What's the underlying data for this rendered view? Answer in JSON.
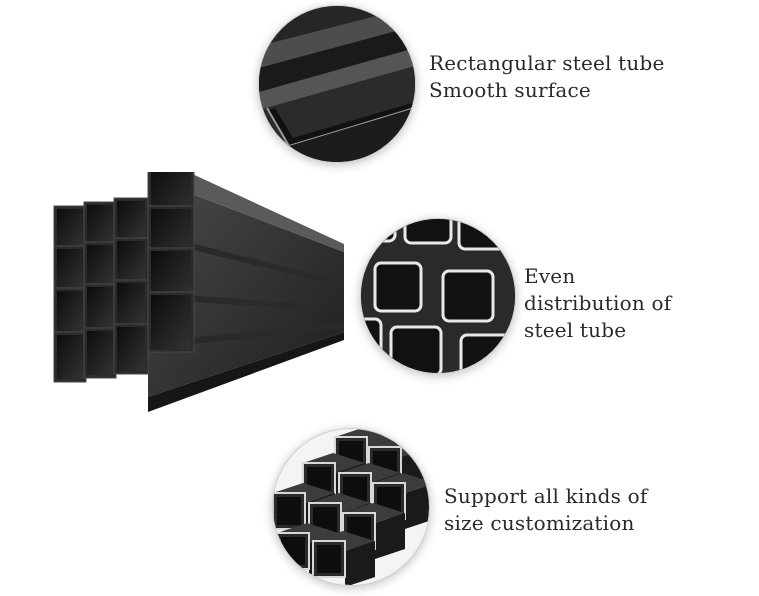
{
  "features": [
    {
      "icon": "rectangular-tube-closeup",
      "lines": [
        "Rectangular steel tube",
        "Smooth surface"
      ]
    },
    {
      "icon": "tube-ends-grid",
      "lines": [
        "Even",
        "distribution of",
        "steel tube"
      ]
    },
    {
      "icon": "square-tubes-bundle",
      "lines": [
        "Support all kinds of",
        "size customization"
      ]
    }
  ],
  "colors": {
    "steel_dark": "#1c1c1c",
    "steel_mid": "#3a3a3a",
    "steel_edge": "#e9e9e9",
    "text": "#2a2a2a"
  }
}
